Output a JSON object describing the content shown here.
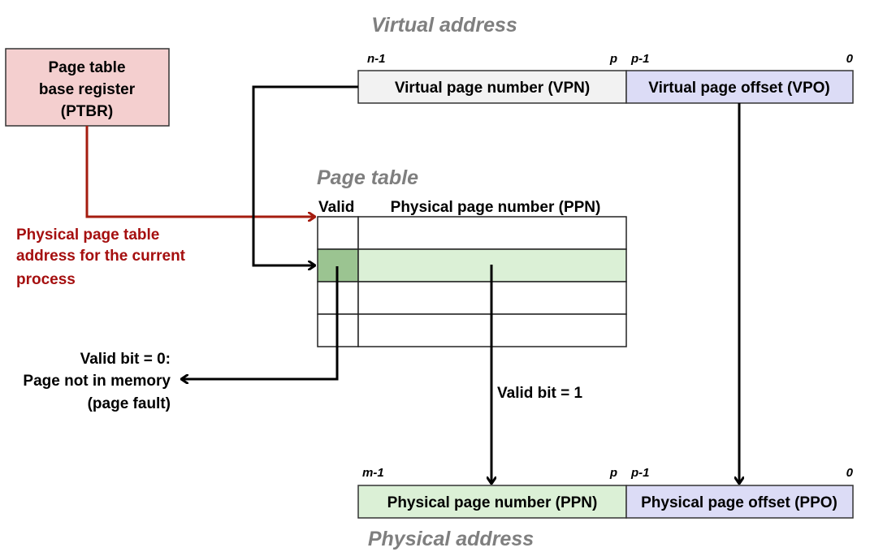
{
  "colors": {
    "ptbr_fill": "#f4cfcf",
    "vpn_fill": "#f2f2f2",
    "offset_fill": "#dcdcf6",
    "ppn_fill": "#dbf0d6",
    "valid_fill": "#9bc491",
    "title_gray": "#7f7f7f",
    "red_arrow": "#a51c0f"
  },
  "ptbr": {
    "lines": [
      "Page table",
      "base register",
      "(PTBR)"
    ]
  },
  "virtual_address": {
    "title": "Virtual address",
    "bit_labels": {
      "high": "n-1",
      "p": "p",
      "p_minus_1": "p-1",
      "low": "0"
    },
    "vpn_label": "Virtual page number (VPN)",
    "vpo_label": "Virtual page offset (VPO)"
  },
  "page_table": {
    "title": "Page table",
    "columns": [
      "Valid",
      "Physical page number (PPN)"
    ],
    "rows": [
      {
        "valid": "",
        "ppn": "",
        "highlighted": false
      },
      {
        "valid": "",
        "ppn": "",
        "highlighted": true
      },
      {
        "valid": "",
        "ppn": "",
        "highlighted": false
      },
      {
        "valid": "",
        "ppn": "",
        "highlighted": false
      }
    ]
  },
  "annotations": {
    "ptbr_note": [
      "Physical page table",
      "address for the current",
      "process"
    ],
    "valid0": [
      "Valid bit = 0:",
      "Page not in memory",
      "(page fault)"
    ],
    "valid1": "Valid bit = 1"
  },
  "physical_address": {
    "title": "Physical address",
    "bit_labels": {
      "high": "m-1",
      "p": "p",
      "p_minus_1": "p-1",
      "low": "0"
    },
    "ppn_label": "Physical page number (PPN)",
    "ppo_label": "Physical page offset (PPO)"
  }
}
